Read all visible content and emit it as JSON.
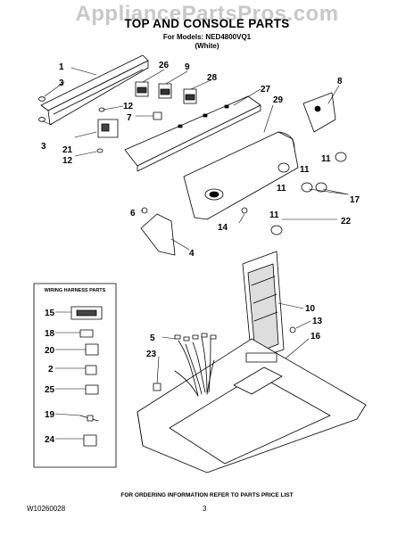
{
  "watermark": "AppliancePartsPros.com",
  "header": {
    "title": "TOP AND CONSOLE PARTS",
    "models": "For Models: NED4800VQ1",
    "color": "(White)"
  },
  "callouts": {
    "c1": "1",
    "c3a": "3",
    "c3b": "3",
    "c26": "26",
    "c9": "9",
    "c28": "28",
    "c12a": "12",
    "c7": "7",
    "c21": "21",
    "c12b": "12",
    "c27": "27",
    "c29": "29",
    "c8": "8",
    "c11a": "11",
    "c11b": "11",
    "c11c": "11",
    "c11d": "11",
    "c17": "17",
    "c6": "6",
    "c14": "14",
    "c22": "22",
    "c4": "4",
    "c10": "10",
    "c13": "13",
    "c16": "16",
    "c5": "5",
    "c23": "23"
  },
  "wiring_box": {
    "title": "WIRING HARNESS PARTS",
    "items": [
      "15",
      "18",
      "20",
      "2",
      "25",
      "19",
      "24"
    ]
  },
  "footer": {
    "note": "FOR ORDERING INFORMATION REFER TO PARTS PRICE LIST",
    "doc_number": "W10260028",
    "page_number": "3"
  }
}
